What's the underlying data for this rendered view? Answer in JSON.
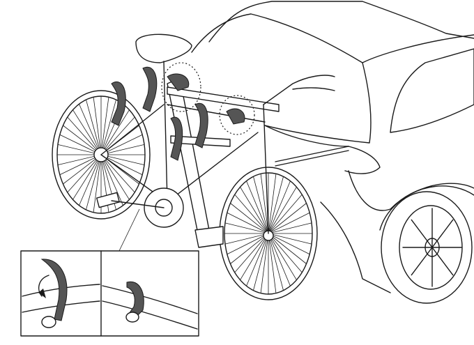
{
  "colors": {
    "line": "#1a1a1a",
    "strap": "#555555",
    "background": "#ffffff"
  },
  "wheels": {
    "rear_spokes": 36,
    "front_spokes": 36,
    "car_wheel_spokes": 8
  }
}
